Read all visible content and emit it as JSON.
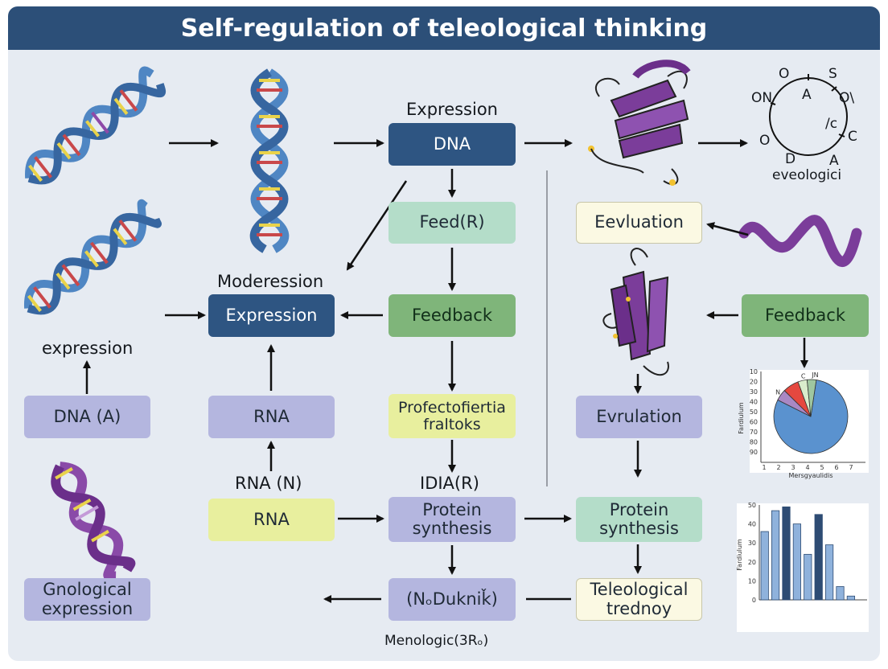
{
  "title": "Self-regulation of teleological thinking",
  "labels": {
    "expression_top": "Expression",
    "moderession": "Moderession",
    "expression_left": "expression",
    "rna_n": "RNA (N)",
    "idia_r": "IDIA(R)",
    "menologic": "Menologic(3Rₒ)",
    "circle_caption": "eveologici",
    "circle_letters": [
      "O",
      "S",
      "A",
      "O\\",
      "/c",
      "C",
      "O",
      "D",
      "A",
      "ON"
    ]
  },
  "boxes": {
    "dna_navy": "DNA",
    "feed_r": "Feed(R)",
    "expression_navy": "Expression",
    "feedback_center": "Feedback",
    "dna_a": "DNA (A)",
    "rna_mid": "RNA",
    "profecto": "Profectofiertia fraltoks",
    "rna_yellow": "RNA",
    "protein_synthesis_center": "Protein synthesis",
    "protein_synthesis_right": "Protein synthesis",
    "gnological": "Gnological expression",
    "nduknik": "(NₒDukniǩ)",
    "teleological": "Teleological trednoy",
    "evluation": "Eevluation",
    "evrulation": "Evrulation",
    "feedback_right": "Feedback"
  },
  "colors": {
    "title_bar": "#2c4f78",
    "navy": "#2e5582",
    "green": "#7fb57a",
    "mint": "#b4ddc9",
    "lavender": "#b4b6df",
    "yellow": "#e8ef9e",
    "cream": "#fbf9e3",
    "dna_blue": "#4f86c3",
    "protein_purple": "#7b3d9a"
  },
  "icons": [
    "dna-helix-icon",
    "protein-ribbon-icon",
    "purple-helix-icon",
    "circle-cycle-icon",
    "arrow-icon"
  ],
  "chart_data": [
    {
      "type": "pie",
      "ylabel": "Fardiulum",
      "xlabel": "Mersgyaulidis",
      "yticks": [
        "10",
        "20",
        "30",
        "40",
        "50",
        "60",
        "70",
        "80",
        "90"
      ],
      "xticks": [
        "1",
        "2",
        "3",
        "4",
        "5",
        "6",
        "7"
      ],
      "slices": [
        {
          "label": "",
          "value": 80,
          "color": "#5a92cf"
        },
        {
          "label": "N",
          "value": 5,
          "color": "#a988c4"
        },
        {
          "label": "",
          "value": 7,
          "color": "#e5483f"
        },
        {
          "label": "C",
          "value": 4,
          "color": "#d9eccc"
        },
        {
          "label": "JN",
          "value": 4,
          "color": "#9fc7a0"
        }
      ]
    },
    {
      "type": "bar",
      "ylabel": "Fardiulum",
      "ylim": [
        0,
        50
      ],
      "yticks": [
        "0",
        "10",
        "20",
        "30",
        "40",
        "50"
      ],
      "categories": [
        "",
        "",
        "",
        "",
        "",
        "",
        "",
        "",
        "",
        ""
      ],
      "values": [
        36,
        47,
        49,
        40,
        24,
        45,
        29,
        7,
        2,
        0
      ],
      "colors": [
        "#8fb2dc",
        "#8fb2dc",
        "#2e4c74",
        "#8fb2dc",
        "#8fb2dc",
        "#2e4c74",
        "#8fb2dc",
        "#8fb2dc",
        "#8fb2dc",
        "#8fb2dc"
      ]
    }
  ]
}
